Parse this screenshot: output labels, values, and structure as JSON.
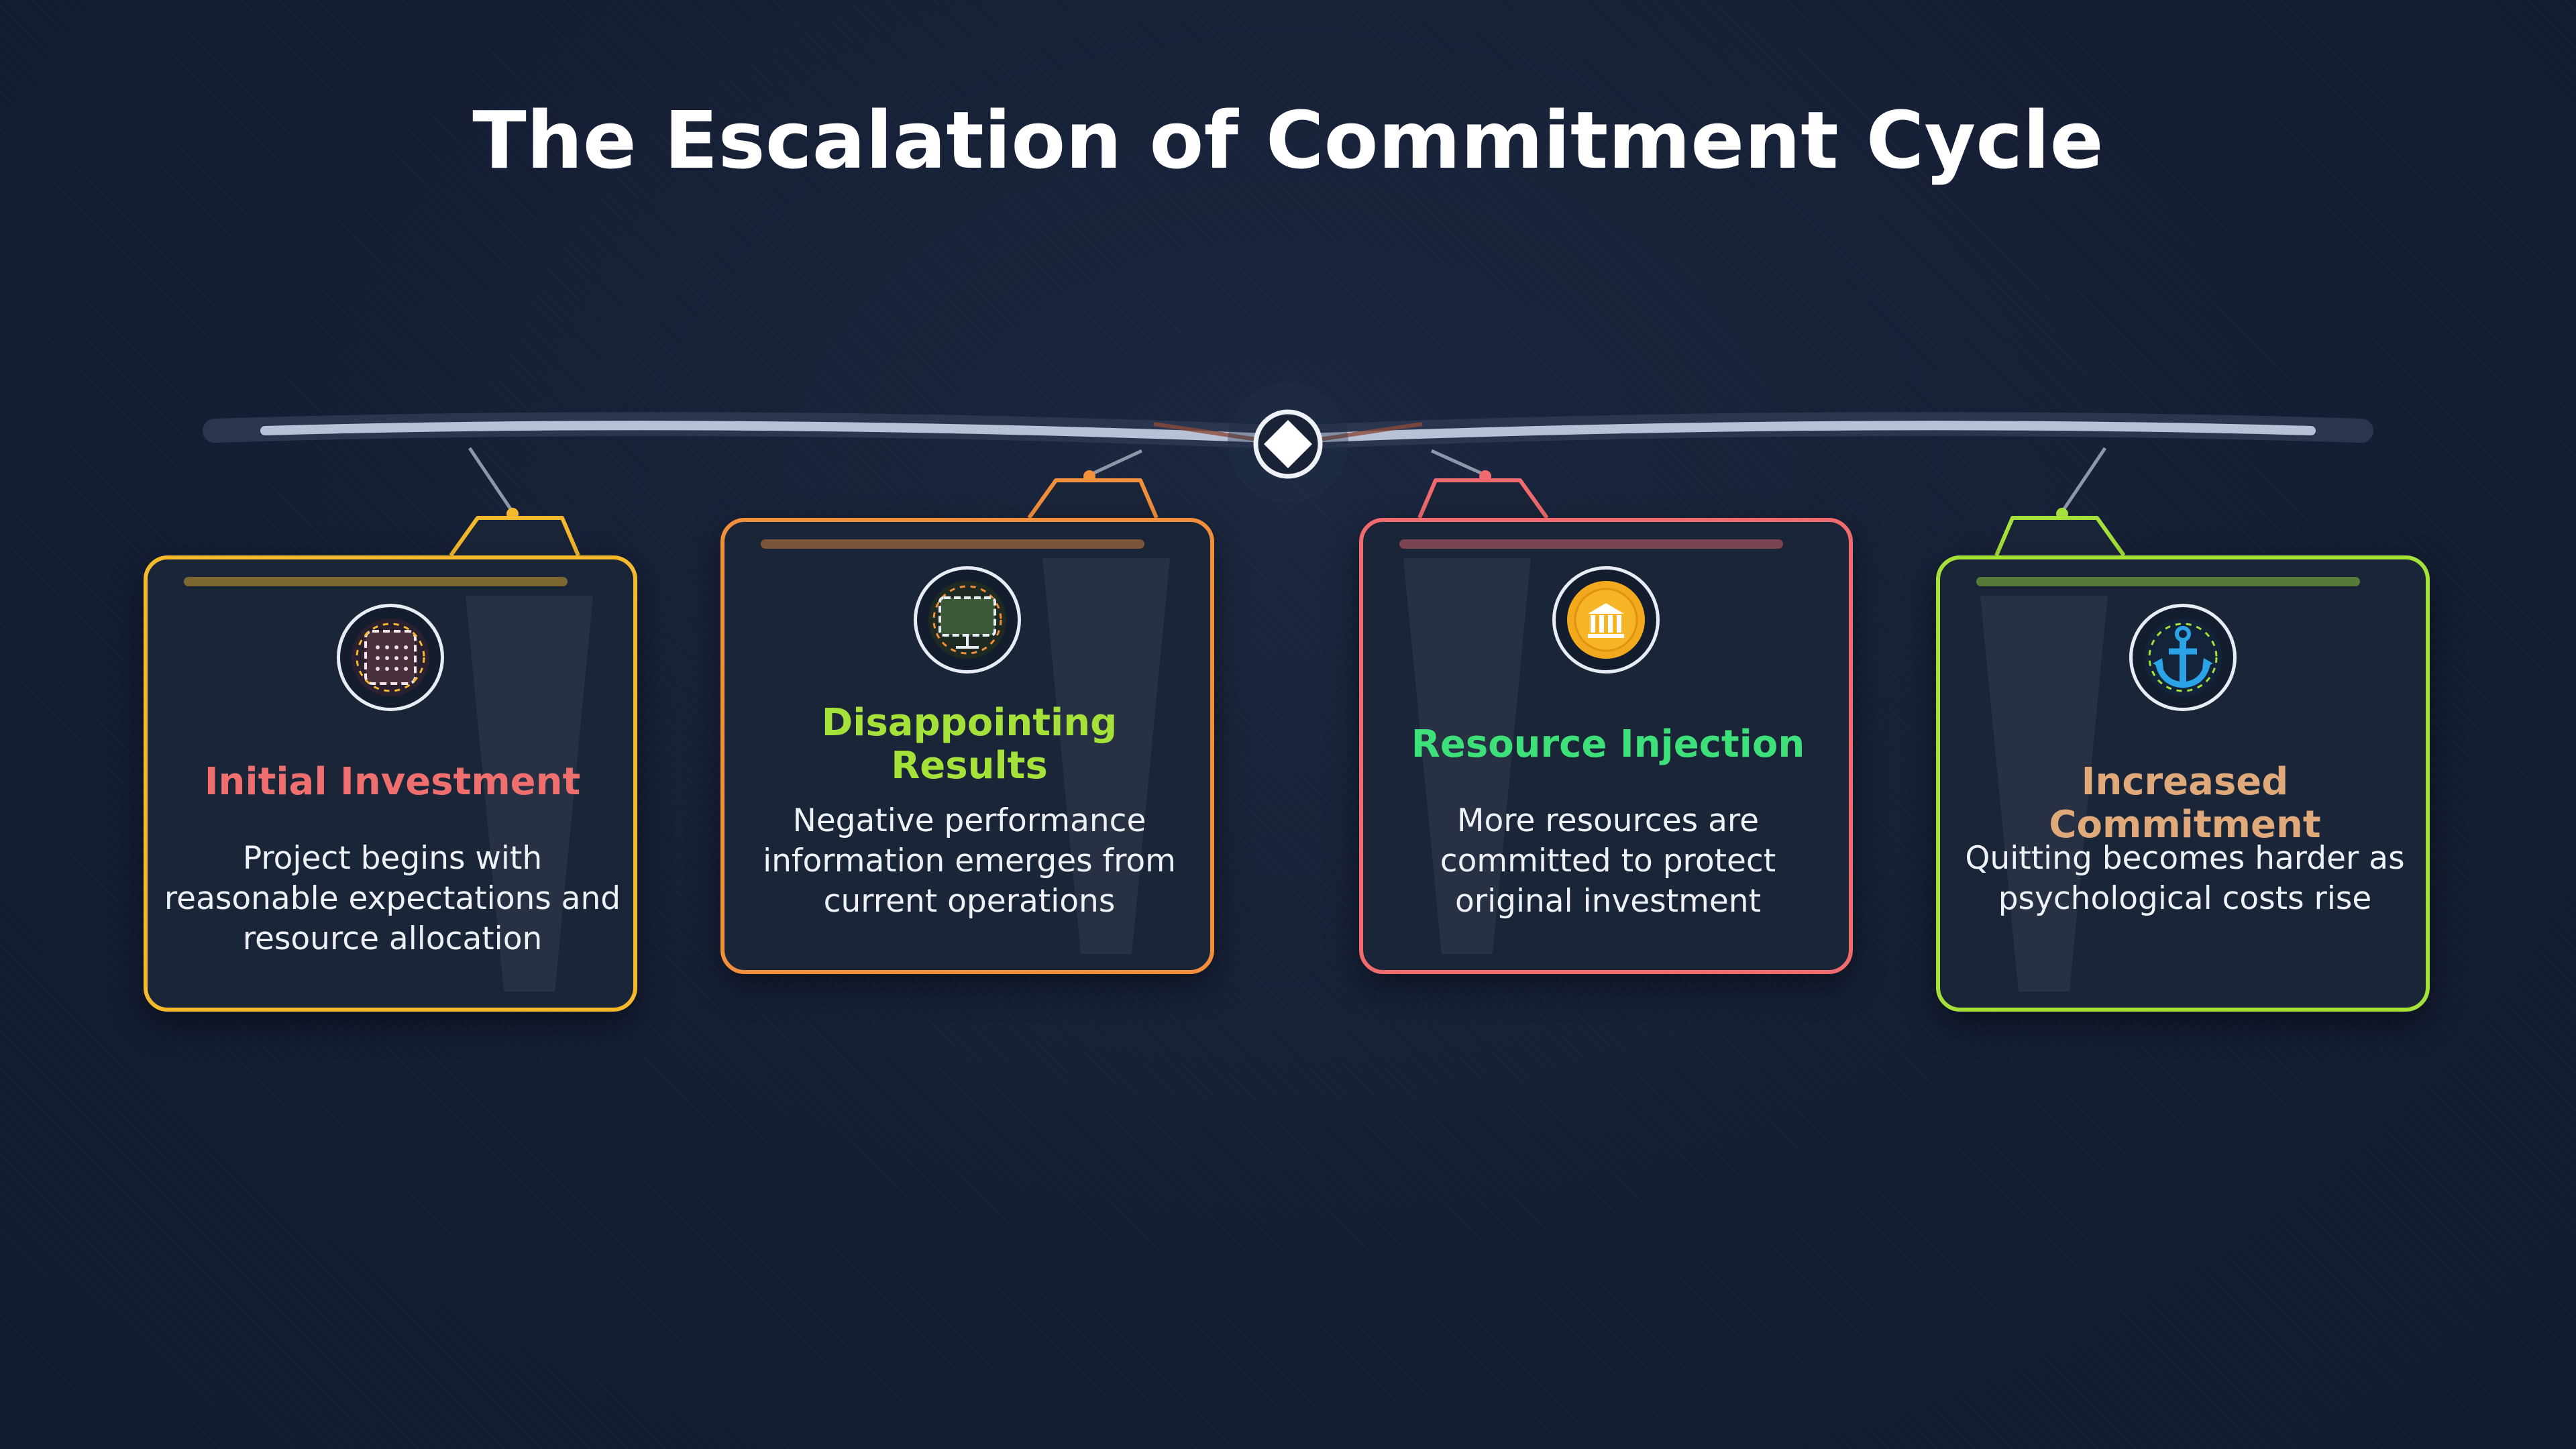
{
  "title": "The Escalation of Commitment Cycle",
  "stages": [
    {
      "title": "Initial Investment",
      "description": "Project begins with reasonable expectations and resource allocation",
      "icon": "calendar-grid-icon",
      "border_color": "#f4b92c",
      "title_color": "#ef6f6f"
    },
    {
      "title": "Disappointing Results",
      "description": "Negative performance information emerges from current operations",
      "icon": "presentation-board-icon",
      "border_color": "#f28f3b",
      "title_color": "#a4e23a"
    },
    {
      "title": "Resource Injection",
      "description": "More resources are committed to protect original investment",
      "icon": "bank-coin-icon",
      "border_color": "#f06a6e",
      "title_color": "#3ee07a"
    },
    {
      "title": "Increased Commitment",
      "description": "Quitting becomes harder as psychological costs rise",
      "icon": "anchor-icon",
      "border_color": "#a4e23a",
      "title_color": "#e0a97a"
    }
  ]
}
